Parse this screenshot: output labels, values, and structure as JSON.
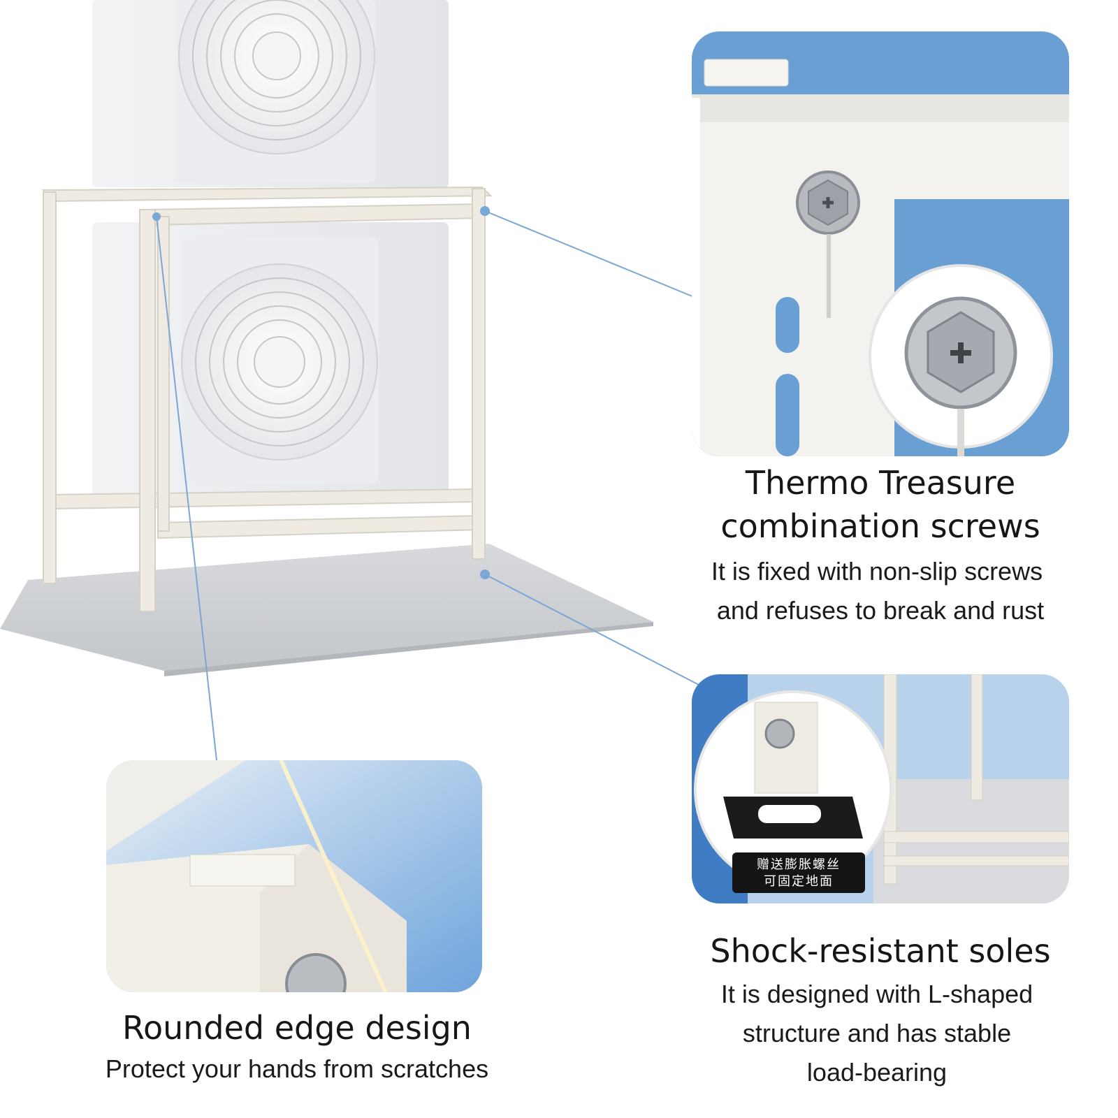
{
  "features": {
    "screws": {
      "title_line1": "Thermo Treasure",
      "title_line2": "combination screws",
      "desc_line1": "It is fixed with non-slip screws",
      "desc_line2": "and refuses to break and rust"
    },
    "soles": {
      "title": "Shock-resistant soles",
      "desc_line1": "It is designed with L-shaped",
      "desc_line2": "structure and has stable",
      "desc_line3": "load-bearing",
      "badge_line1": "赠送膨胀螺丝",
      "badge_line2": "可固定地面"
    },
    "edge": {
      "title": "Rounded edge design",
      "desc": "Protect your hands from scratches"
    }
  },
  "colors": {
    "accent_blue": "#6a9fd4",
    "frame_white": "#efebe2",
    "floor_grey": "#c9cbcf",
    "leader_line": "#7aa7d6"
  }
}
